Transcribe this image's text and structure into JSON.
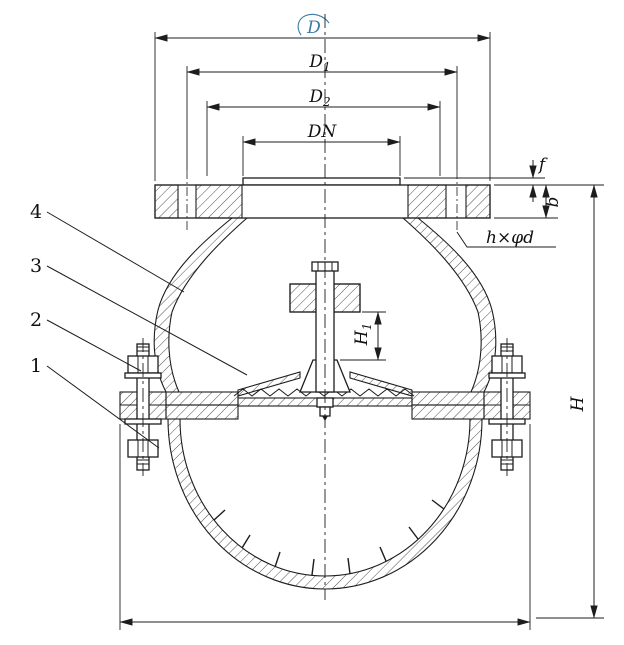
{
  "drawing": {
    "title": "flanged diaphragm vessel cross-section",
    "colors": {
      "line": "#1d1d1d",
      "accent": "#3a7ca5",
      "background": "#ffffff",
      "hatch": "#3c3c3c"
    },
    "dims": {
      "D": {
        "label": "D"
      },
      "D1": {
        "base": "D",
        "sub": "1"
      },
      "D2": {
        "base": "D",
        "sub": "2"
      },
      "DN": {
        "label": "DN"
      },
      "f": {
        "label": "f"
      },
      "b": {
        "label": "b"
      },
      "holes": {
        "label": "h×φd"
      },
      "H1": {
        "base": "H",
        "sub": "1"
      },
      "H": {
        "label": "H"
      }
    },
    "parts": {
      "p4": "4",
      "p3": "3",
      "p2": "2",
      "p1": "1"
    }
  }
}
